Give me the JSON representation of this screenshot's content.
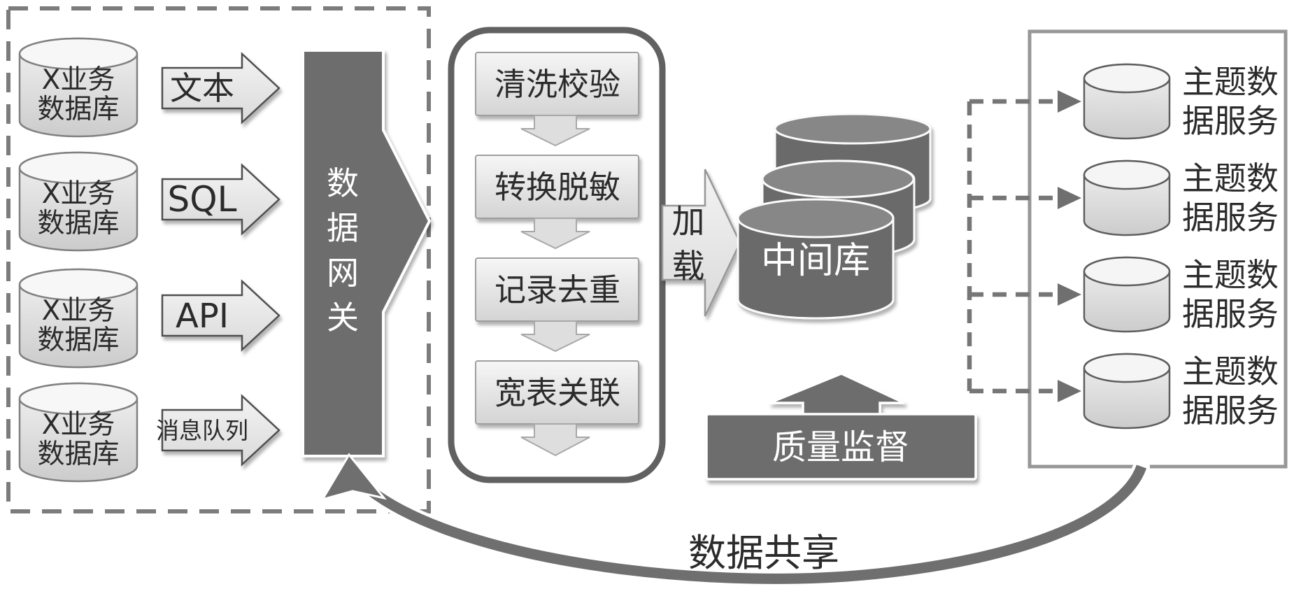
{
  "sources": {
    "databases": [
      {
        "line1": "X业务",
        "line2": "数据库"
      },
      {
        "line1": "X业务",
        "line2": "数据库"
      },
      {
        "line1": "X业务",
        "line2": "数据库"
      },
      {
        "line1": "X业务",
        "line2": "数据库"
      }
    ],
    "channels": [
      "文本",
      "SQL",
      "API",
      "消息队列"
    ]
  },
  "gateway": {
    "label": "数据网关"
  },
  "pipeline": {
    "steps": [
      "清洗校验",
      "转换脱敏",
      "记录去重",
      "宽表关联"
    ]
  },
  "load": {
    "label": "加载"
  },
  "staging": {
    "label": "中间库"
  },
  "quality": {
    "label": "质量监督"
  },
  "services": {
    "items": [
      {
        "line1": "主题数",
        "line2": "据服务"
      },
      {
        "line1": "主题数",
        "line2": "据服务"
      },
      {
        "line1": "主题数",
        "line2": "据服务"
      },
      {
        "line1": "主题数",
        "line2": "据服务"
      }
    ]
  },
  "share": {
    "label": "数据共享"
  },
  "colors": {
    "dark_gray": "#6d6d6d",
    "light_fill_top": "#f7f7f7",
    "light_fill_bottom": "#d3d3d3",
    "outline_gray": "#8f8f8f",
    "dark_text": "#2b2b2b",
    "connector_gray": "#767676",
    "background": "#ffffff"
  }
}
